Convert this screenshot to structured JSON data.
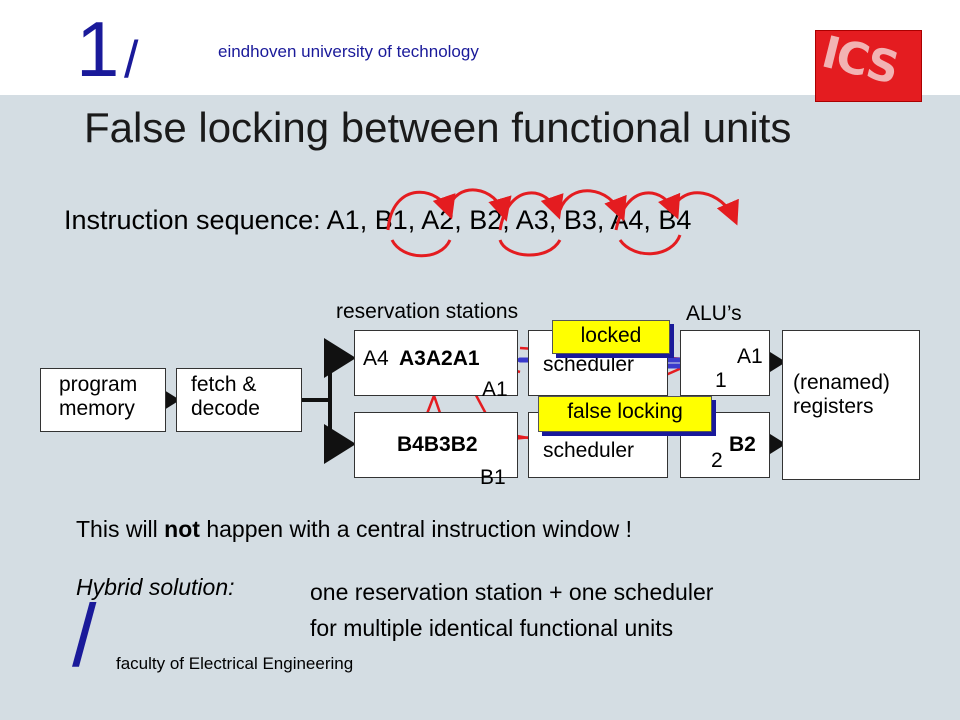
{
  "header": {
    "logo_numeral": "1",
    "logo_slash": "/",
    "university": "eindhoven university of technology",
    "badge_text": "ICS"
  },
  "slide": {
    "title": "False locking between functional units",
    "instruction_sequence": "Instruction sequence: A1, B1, A2, B2, A3, B3, A4, B4"
  },
  "diagram": {
    "reservation_stations_label": "reservation stations",
    "alus_label": "ALU’s",
    "program_memory": "program memory",
    "fetch_decode": "fetch & decode",
    "rs_top_label": "A4",
    "rs_top_overlap": "A3A2A1",
    "rs_bottom_overlap": "B4B3B2",
    "scheduler_top": "scheduler",
    "scheduler_bottom": "scheduler",
    "a1_below": "A1",
    "b1_below": "B1",
    "alu1_number": "1",
    "alu1_text": "A1",
    "alu2_number": "2",
    "alu2_text": "B2",
    "registers": "(renamed) registers",
    "callout_locked": "locked",
    "callout_false_locking": "false locking"
  },
  "footer": {
    "statement_prefix": "This will ",
    "statement_bold": "not",
    "statement_suffix": " happen with a central instruction window !",
    "hybrid_label": "Hybrid solution:",
    "hybrid_text_line1": "one reservation station + one scheduler",
    "hybrid_text_line2": "for multiple identical functional units",
    "bottom_slash": "/",
    "faculty": "faculty of Electrical Engineering"
  },
  "colors": {
    "brand_blue": "#1a1a9a",
    "arrow_red": "#e41c20",
    "cross_green": "#22cc22",
    "cross_blue": "#3a3acc",
    "callout_yellow": "#ffff00",
    "content_background": "#d4dde3"
  }
}
